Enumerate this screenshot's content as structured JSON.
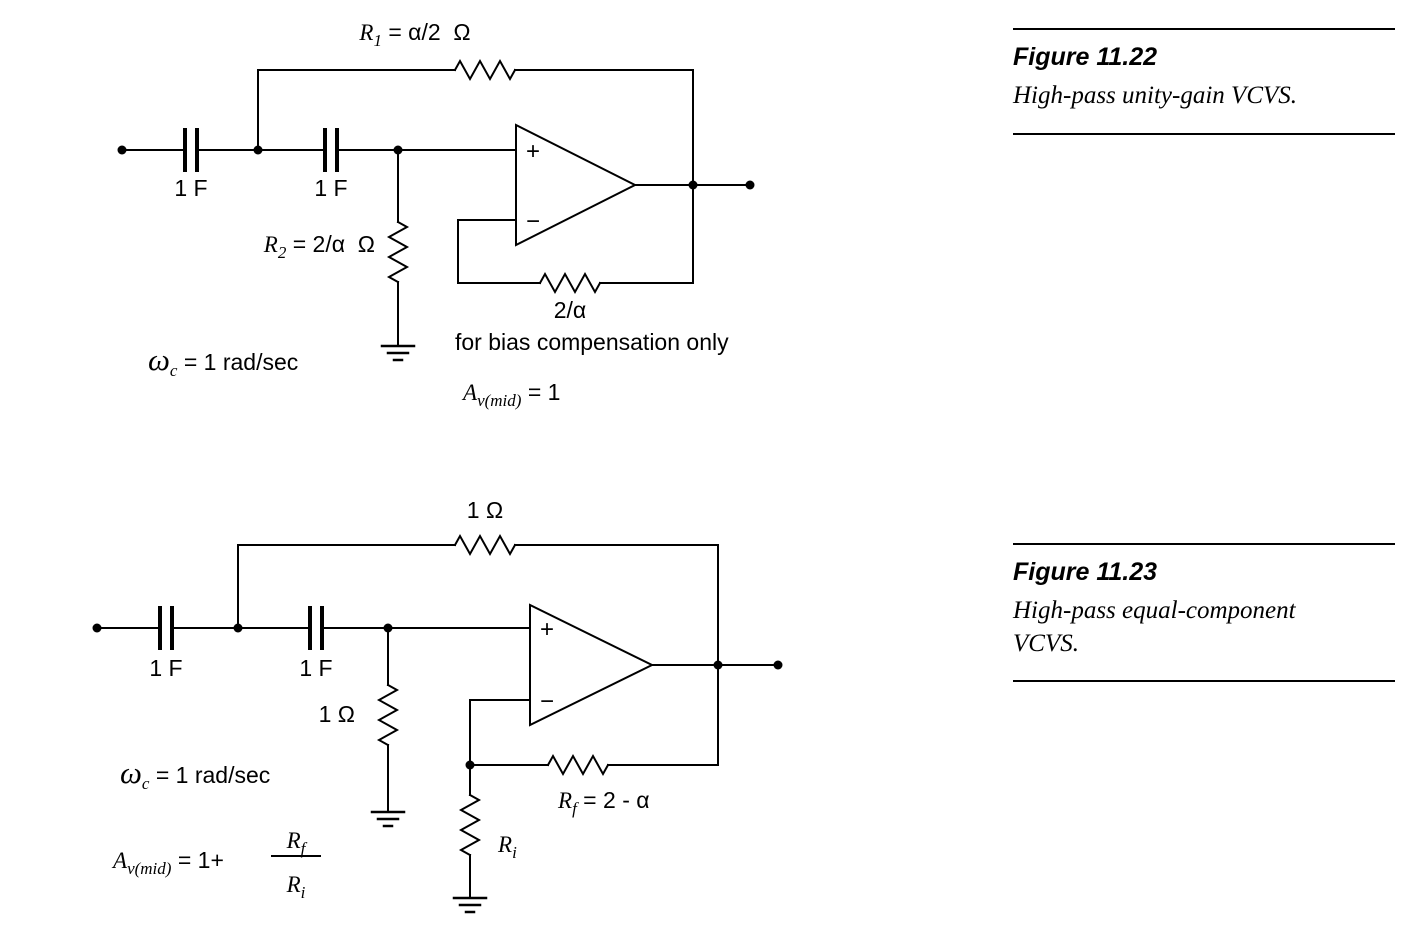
{
  "colors": {
    "ink": "#000000",
    "background": "#ffffff"
  },
  "figure1": {
    "caption": {
      "title": "Figure 11.22",
      "lines": [
        "High-pass unity-gain VCVS."
      ]
    },
    "r1": {
      "base": "R",
      "sub": "1",
      "eq": " = α/2  Ω"
    },
    "cap1": "1 F",
    "cap2": "1 F",
    "r2": {
      "base": "R",
      "sub": "2",
      "eq": " = 2/α  Ω"
    },
    "opamp": {
      "plus": "+",
      "minus": "−"
    },
    "bias_resistor": "2/α",
    "bias_note": "for bias compensation only",
    "cutoff": {
      "base": "ω",
      "sub": "c",
      "eq": " = 1 rad/sec"
    },
    "gain": {
      "base": "A",
      "sub": "v(mid)",
      "eq": " = 1"
    }
  },
  "figure2": {
    "caption": {
      "title": "Figure 11.23",
      "lines": [
        "High-pass equal-component",
        "VCVS."
      ]
    },
    "r_top": "1 Ω",
    "cap1": "1 F",
    "cap2": "1 F",
    "r_shunt": "1 Ω",
    "opamp": {
      "plus": "+",
      "minus": "−"
    },
    "rf": {
      "base": "R",
      "sub": "f",
      "eq": " = 2 - α"
    },
    "ri": {
      "base": "R",
      "sub": "i"
    },
    "cutoff": {
      "base": "ω",
      "sub": "c",
      "eq": " = 1 rad/sec"
    },
    "gain": {
      "base": "A",
      "sub": "v(mid)",
      "eq": " = 1+"
    },
    "gain_fraction": {
      "num_base": "R",
      "num_sub": "f",
      "den_base": "R",
      "den_sub": "i"
    }
  }
}
